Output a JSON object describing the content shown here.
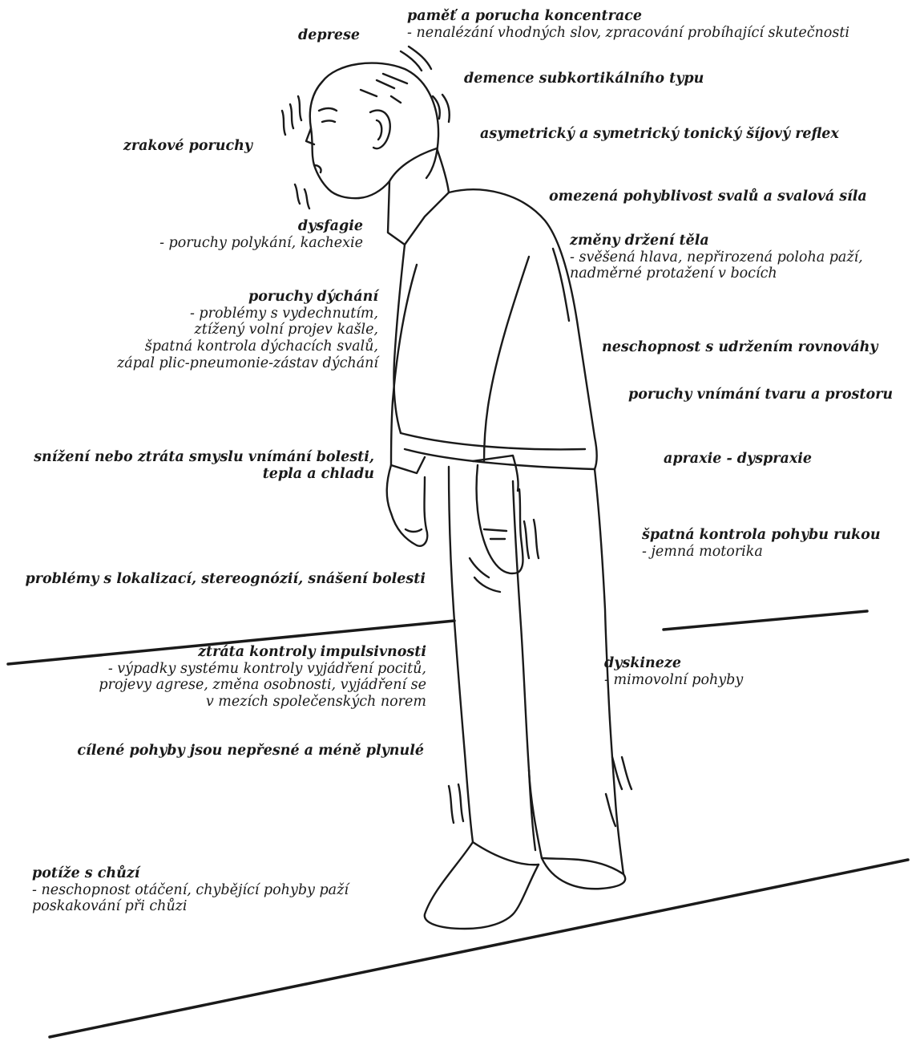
{
  "labels": {
    "pamet": {
      "title": "paměť a porucha koncentrace",
      "desc": "- nenalézání vhodných slov, zpracování probíhající skutečnosti"
    },
    "deprese": {
      "title": "deprese"
    },
    "demence": {
      "title": "demence subkortikálního typu"
    },
    "reflex": {
      "title": "asymetrický a symetrický tonický šíjový reflex"
    },
    "zrakove": {
      "title": "zrakové poruchy"
    },
    "omezena": {
      "title": "omezená pohyblivost svalů a svalová síla"
    },
    "dysfagie": {
      "title": "dysfagie",
      "desc": "- poruchy polykání, kachexie"
    },
    "drzeni": {
      "title": "změny držení těla",
      "desc1": "- svěšená hlava, nepřirozená poloha paží,",
      "desc2": "nadměrné protažení v bocích"
    },
    "dychani": {
      "title": "poruchy dýchání",
      "desc1": "- problémy s vydechnutím,",
      "desc2": "ztížený volní projev kašle,",
      "desc3": "špatná kontrola dýchacích svalů,",
      "desc4": "zápal plic-pneumonie-zástav dýchání"
    },
    "rovnovaha": {
      "title": "neschopnost s udržením rovnováhy"
    },
    "vnimani": {
      "title": "poruchy vnímání tvaru a prostoru"
    },
    "bolest": {
      "title1": "snížení nebo ztráta smyslu vnímání bolesti,",
      "title2": "tepla a chladu"
    },
    "apraxie": {
      "title": "apraxie - dyspraxie"
    },
    "ruce": {
      "title": "špatná kontrola pohybu rukou",
      "desc": "- jemná motorika"
    },
    "lokalizace": {
      "title": "problémy s lokalizací, stereognózií, snášení bolesti"
    },
    "impuls": {
      "title": "ztráta kontroly impulsivnosti",
      "desc1": "- výpadky systému kontroly vyjádření pocitů,",
      "desc2": "projevy agrese, změna osobnosti, vyjádření se",
      "desc3": "v mezích společenských norem"
    },
    "dyskineze": {
      "title": "dyskineze",
      "desc": "- mimovolní pohyby"
    },
    "cilene": {
      "title": "cílené pohyby jsou nepřesné a méně plynulé"
    },
    "chuze": {
      "title": "potíže s chůzí",
      "desc1": "- neschopnost otáčení, chybějící pohyby paží",
      "desc2": "poskakování při chůzi"
    }
  },
  "colors": {
    "ink": "#1a1a1a",
    "background": "#ffffff"
  }
}
